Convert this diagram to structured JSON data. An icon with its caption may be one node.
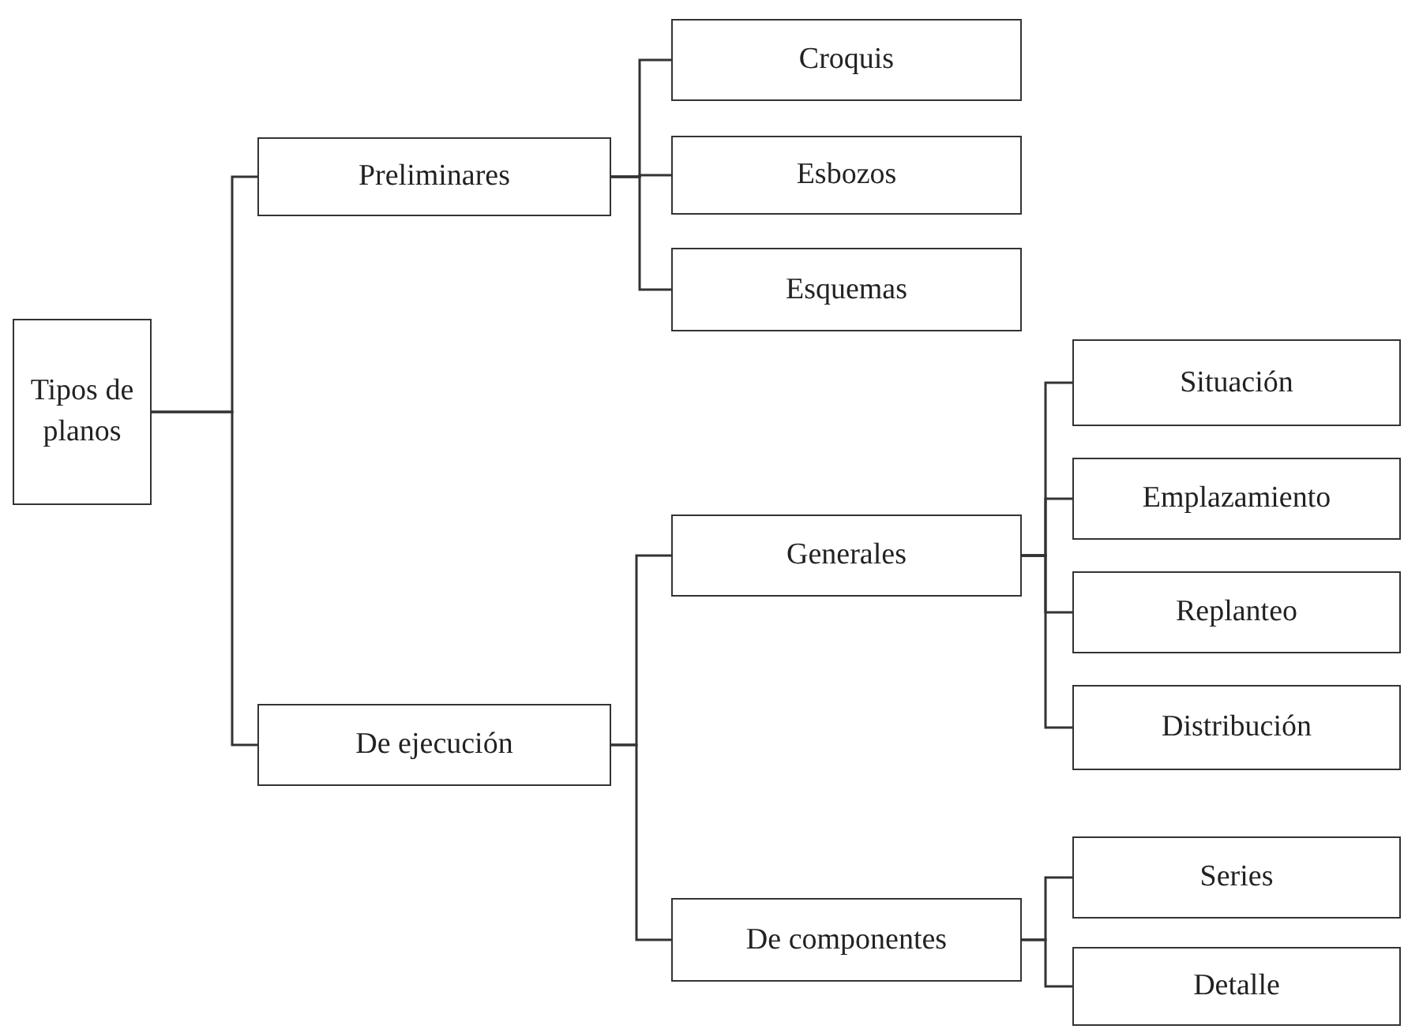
{
  "diagram": {
    "nodes": [
      {
        "text": [
          "Tipos de planos"
        ]
      },
      {
        "text": [
          "Preliminares"
        ]
      },
      {
        "text": [
          "Croquis"
        ]
      },
      {
        "text": [
          "Esbozos"
        ]
      },
      {
        "text": [
          "Esquemas"
        ]
      },
      {
        "text": [
          "De ejecución"
        ]
      },
      {
        "text": [
          "Generales"
        ]
      },
      {
        "text": [
          "Situación"
        ]
      },
      {
        "text": [
          "Emplazamiento"
        ]
      },
      {
        "text": [
          "Replanteo"
        ]
      },
      {
        "text": [
          "Distribución"
        ]
      },
      {
        "text": [
          "De componentes"
        ]
      },
      {
        "text": [
          "Series"
        ]
      },
      {
        "text": [
          "Detalle"
        ]
      }
    ],
    "edges": [
      {
        "from": 0,
        "to": 1,
        "arrow": "none"
      },
      {
        "from": 0,
        "to": 5,
        "arrow": "none"
      },
      {
        "from": 1,
        "to": 2,
        "arrow": "none"
      },
      {
        "from": 1,
        "to": 3,
        "arrow": "none"
      },
      {
        "from": 1,
        "to": 4,
        "arrow": "none"
      },
      {
        "from": 5,
        "to": 6,
        "arrow": "none"
      },
      {
        "from": 5,
        "to": 11,
        "arrow": "none"
      },
      {
        "from": 6,
        "to": 7,
        "arrow": "none"
      },
      {
        "from": 6,
        "to": 8,
        "arrow": "none"
      },
      {
        "from": 6,
        "to": 9,
        "arrow": "none"
      },
      {
        "from": 6,
        "to": 10,
        "arrow": "none"
      },
      {
        "from": 11,
        "to": 12,
        "arrow": "none"
      },
      {
        "from": 11,
        "to": 13,
        "arrow": "none"
      }
    ]
  }
}
